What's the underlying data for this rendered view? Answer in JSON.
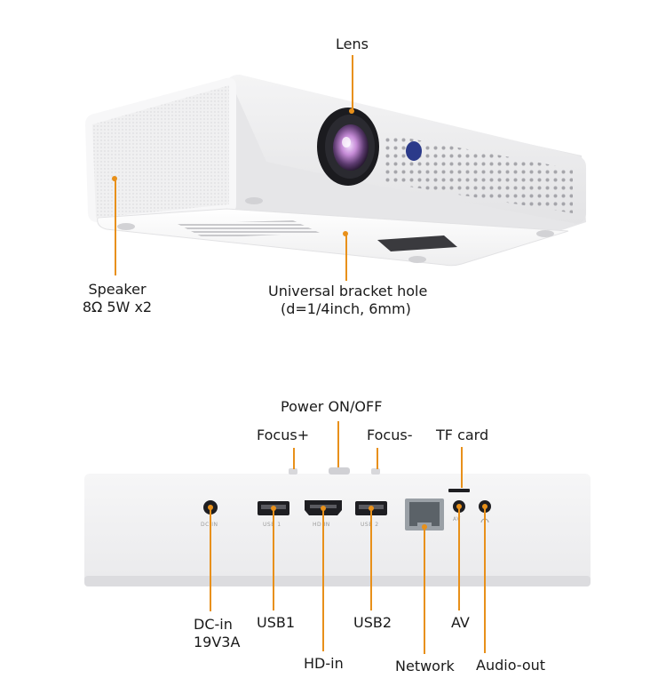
{
  "colors": {
    "accent": "#e8901a",
    "device_body": "#f3f3f4",
    "lens_ring": "#1b1b1f",
    "lens_glass": "#c58bd6"
  },
  "top_view": {
    "lens": "Lens",
    "speaker_line1": "Speaker",
    "speaker_line2": "8Ω 5W x2",
    "bracket_line1": "Universal bracket hole",
    "bracket_line2": "(d=1/4inch, 6mm)"
  },
  "rear_view": {
    "power": "Power ON/OFF",
    "focus_plus": "Focus+",
    "focus_minus": "Focus-",
    "tf_card": "TF card",
    "dc_in_line1": "DC-in",
    "dc_in_line2": "19V3A",
    "usb1": "USB1",
    "hd_in": "HD-in",
    "usb2": "USB2",
    "network": "Network",
    "av": "AV",
    "audio_out": "Audio-out",
    "port_print": {
      "dc": "DC IN",
      "usb1": "USB 1",
      "hd": "HD IN",
      "usb2": "USB 2",
      "av": "AV"
    }
  }
}
